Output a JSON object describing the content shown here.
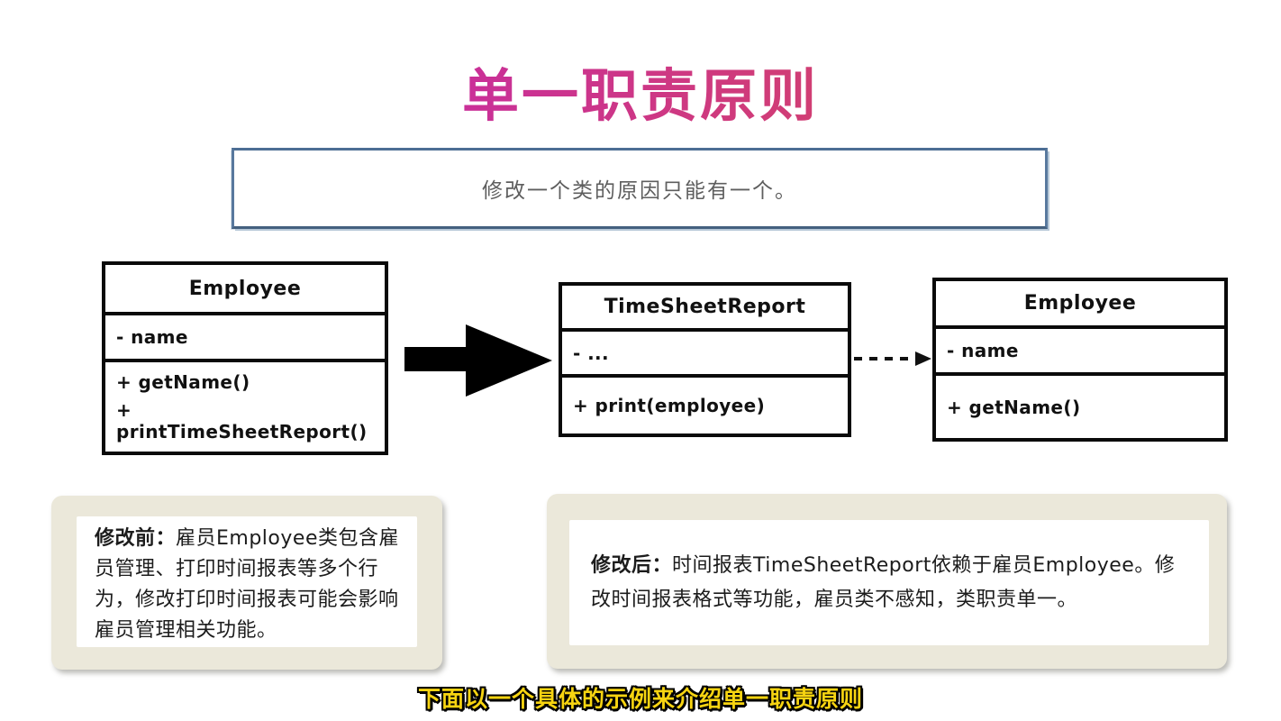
{
  "page": {
    "title": "单一职责原则",
    "quote": "修改一个类的原因只能有一个。",
    "subtitle": "下面以一个具体的示例来介绍单一职责原则"
  },
  "colors": {
    "title_gradient_start": "#b92bb5",
    "title_gradient_end": "#e25550",
    "subtitle_yellow": "#f7d411",
    "quote_border_blue": "#59799e",
    "quote_text_gray": "#5e5e5e",
    "note_background_beige": "#ebe8da",
    "uml_border_black": "#0a0a0a"
  },
  "diagram": {
    "classes": [
      {
        "name": "Employee",
        "attributes": [
          "- name"
        ],
        "methods": [
          "+ getName()",
          "+ printTimeSheetReport()"
        ]
      },
      {
        "name": "TimeSheetReport",
        "attributes": [
          "- ..."
        ],
        "methods": [
          "+ print(employee)"
        ]
      },
      {
        "name": "Employee",
        "attributes": [
          "- name"
        ],
        "methods": [
          "+ getName()"
        ]
      }
    ],
    "arrows": [
      {
        "type": "solid-block-arrow"
      },
      {
        "type": "dashed-dependency-arrow"
      }
    ]
  },
  "notes": [
    {
      "label": "修改前：",
      "text": "雇员Employee类包含雇员管理、打印时间报表等多个行为，修改打印时间报表可能会影响雇员管理相关功能。"
    },
    {
      "label": "修改后：",
      "text": "时间报表TimeSheetReport依赖于雇员Employee。修改时间报表格式等功能，雇员类不感知，类职责单一。"
    }
  ]
}
